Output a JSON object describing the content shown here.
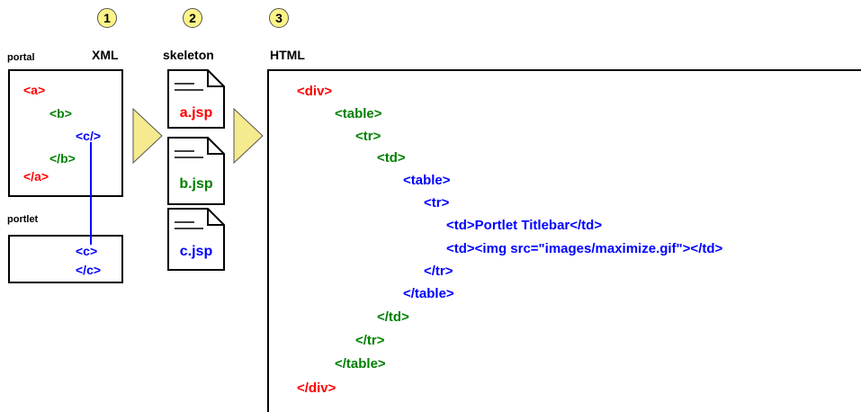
{
  "colors": {
    "red": "#ff0000",
    "green": "#008000",
    "blue": "#0000ff",
    "step_fill": "#fdf488",
    "arrow_fill": "#f5ea8d"
  },
  "steps": [
    {
      "number": "1",
      "label": "XML"
    },
    {
      "number": "2",
      "label": "skeleton"
    },
    {
      "number": "3",
      "label": "HTML"
    }
  ],
  "portal": {
    "label": "portal",
    "tags": [
      {
        "text": "<a>",
        "color": "red"
      },
      {
        "text": "<b>",
        "color": "green"
      },
      {
        "text": "<c/>",
        "color": "blue"
      },
      {
        "text": "</b>",
        "color": "green"
      },
      {
        "text": "</a>",
        "color": "red"
      }
    ]
  },
  "portlet": {
    "label": "portlet",
    "tags": [
      {
        "text": "<c>",
        "color": "blue"
      },
      {
        "text": "</c>",
        "color": "blue"
      }
    ]
  },
  "skeleton_docs": [
    {
      "label": "a.jsp",
      "color": "red"
    },
    {
      "label": "b.jsp",
      "color": "green"
    },
    {
      "label": "c.jsp",
      "color": "blue"
    }
  ],
  "html_lines": [
    {
      "text": "<div>",
      "color": "red"
    },
    {
      "text": "<table>",
      "color": "green"
    },
    {
      "text": "<tr>",
      "color": "green"
    },
    {
      "text": "<td>",
      "color": "green"
    },
    {
      "text": "<table>",
      "color": "blue"
    },
    {
      "text": "<tr>",
      "color": "blue"
    },
    {
      "text": "<td>Portlet Titlebar</td>",
      "color": "blue"
    },
    {
      "text": "<td><img src=\"images/maximize.gif\"></td>",
      "color": "blue"
    },
    {
      "text": "</tr>",
      "color": "blue"
    },
    {
      "text": "</table>",
      "color": "blue"
    },
    {
      "text": "</td>",
      "color": "green"
    },
    {
      "text": "</tr>",
      "color": "green"
    },
    {
      "text": "</table>",
      "color": "green"
    },
    {
      "text": "</div>",
      "color": "red"
    }
  ]
}
